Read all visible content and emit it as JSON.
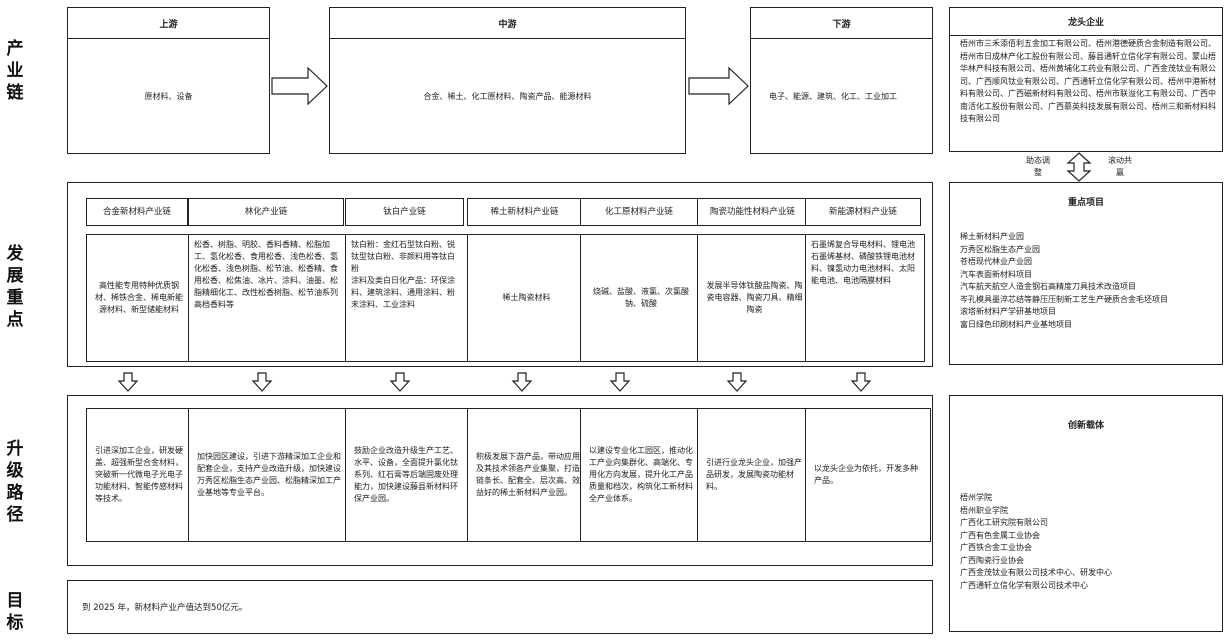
{
  "side_labels": {
    "chain": "产\n业\n链",
    "focus": "发\n展\n重\n点",
    "path": "升\n级\n路\n径",
    "goal": "目\n标"
  },
  "chain": {
    "upstream": {
      "title": "上游",
      "content": "原材料、设备"
    },
    "midstream": {
      "title": "中游",
      "content": "合金、稀土、化工原材料、陶瓷产品、能源材料"
    },
    "downstream": {
      "title": "下游",
      "content": "电子、能源、建筑、化工、工业加工"
    },
    "leaders": {
      "title": "龙头企业",
      "content": "梧州市三禾添佰利五金加工有限公司、梧州港德硬质合金制造有限公司、梧州市日成林产化工股份有限公司、藤县通轩立信化学有限公司、蒙山梧华林产科技有限公司、梧州黄埔化工药业有限公司、广西金茂钛业有限公司、广西顺风钛业有限公司、广西通轩立信化学有限公司、梧州中港新材料有限公司、广西磁新材料有限公司、梧州市联溢化工有限公司、广西中南活化工股份有限公司、广西慕英科技发展有限公司、梧州三和新材料科技有限公司"
    }
  },
  "interaction": {
    "left": "助态调\n整",
    "right": "滚动共\n赢"
  },
  "industries": [
    {
      "name": "合金新材料产业链",
      "focus": "高性能专用特种优质钢材、稀铁合金、稀电新能源材料、新型储能材料",
      "path": "引进深加工企业，研发硬盖、超强新型合金材料，突破新一代微电子光电子功能材料、智能传感材料等技术。"
    },
    {
      "name": "林化产业链",
      "focus": "松香、树脂、明胶、香料香精、松脂加工、氢化松香、食用松香、浅色松香、氢化松香、浅色树脂、松节油、松香精、食用松香、松焦油、冰片、涂料、油墨、松脂精细化工、改性松香树脂、松节油系列高档香料等",
      "path": "加快园区建设，引进下游精深加工企业和配套企业，支持产业改造升级，加快建设万秀区松脂生态产业园、松脂精深加工产业基地等专业平台。"
    },
    {
      "name": "钛白产业链",
      "focus": "钛白粉：金红石型钛白粉、锐钛型钛白粉、非颜料用等钛白粉\n涂料及类白日化产品：环保涂料、建筑涂料、通用涂料、粉末涂料、工业涂料",
      "path": "鼓励企业改造升级生产工艺、水平、设备，全面提升氯化钛系列、红石膏等后端固废处理能力，加快建设藤县新材料环保产业园。"
    },
    {
      "name": "稀土新材料产业链",
      "focus": "稀土陶瓷材料",
      "path": "积极发展下游产品，带动应用及其技术领各产业集聚，打造链条长、配套全、层次高、效益好的稀土新材料产业园。"
    },
    {
      "name": "化工原材料产业链",
      "focus": "烧碱、盐酸、液氯、次氯酸钠、硫酸",
      "path": "以建设专业化工园区，推动化工产业向集群化、高端化、专用化方向发展，提升化工产品质量和档次，构筑化工新材料全产业体系。"
    },
    {
      "name": "陶瓷功能性材料产业链",
      "focus": "发展半导体钛酸盐陶瓷、陶瓷电容器、陶瓷刀具、精细陶瓷",
      "path": "引进行业龙头企业，加强产品研发，发展陶瓷功能材料。"
    },
    {
      "name": "新能源材料产业链",
      "focus": "石墨烯复合导电材料、锂电池石墨烯基材、磷酸铁锂电池材料、镍氢动力电池材料、太阳能电池、电池隔膜材料",
      "path": "以龙头企业为依托，开发多种产品。"
    }
  ],
  "key_projects": {
    "title": "重点项目",
    "items": [
      "稀土新材料产业园",
      "万秀区松脂生态产业园",
      "苍梧现代林业产业园",
      "汽车表面新材料项目",
      "汽车航天航空人造金钢石高精度刀具技术改造项目",
      "岑孔模具墨淬芯结等静压压制新工艺生产硬质合金毛坯项目",
      "滚塔新材料产学研基地项目",
      "富日绿色印刷材料产业基地项目"
    ]
  },
  "innovation": {
    "title": "创新载体",
    "items": [
      "梧州学院",
      "梧州职业学院",
      "广西化工研究院有限公司",
      "广西有色金属工业协会",
      "广西铁合金工业协会",
      "广西陶瓷行业协会",
      "广西金茂钛业有限公司技术中心、研发中心",
      "广西通轩立信化学有限公司技术中心"
    ]
  },
  "goal": {
    "text": "到 2025 年，新材料产业产值达到50亿元。"
  }
}
